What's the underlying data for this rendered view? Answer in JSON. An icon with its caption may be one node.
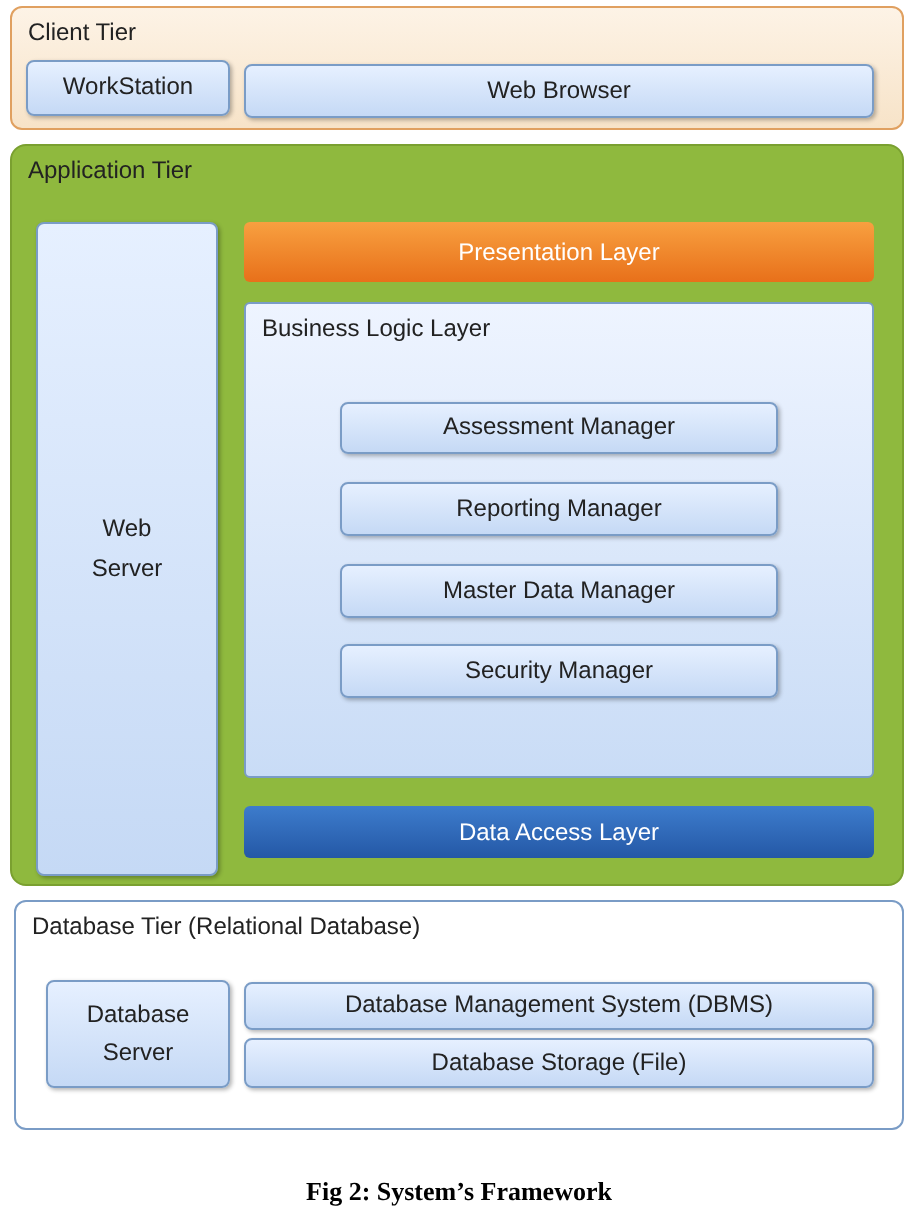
{
  "diagram": {
    "caption": "Fig 2: System’s Framework",
    "nodes": [
      {
        "text": [
          "Client Tier"
        ]
      },
      {
        "text": [
          "WorkStation"
        ],
        "in": 0
      },
      {
        "text": [
          "Web Browser"
        ],
        "in": 0
      },
      {
        "text": [
          "Application Tier"
        ]
      },
      {
        "text": [
          "Web Server"
        ],
        "in": 3
      },
      {
        "text": [
          "Presentation Layer"
        ],
        "in": 3
      },
      {
        "text": [
          "Business Logic Layer"
        ],
        "in": 3
      },
      {
        "text": [
          "Assessment Manager"
        ],
        "in": 6
      },
      {
        "text": [
          "Reporting Manager"
        ],
        "in": 6
      },
      {
        "text": [
          "Master Data Manager"
        ],
        "in": 6
      },
      {
        "text": [
          "Security Manager"
        ],
        "in": 6
      },
      {
        "text": [
          "Data Access Layer"
        ],
        "in": 3
      },
      {
        "text": [
          "Database Tier (Relational Database)"
        ]
      },
      {
        "text": [
          "Database Server"
        ],
        "in": 12
      },
      {
        "text": [
          "Database Management System (DBMS)"
        ],
        "in": 12
      },
      {
        "text": [
          "Database Storage (File)"
        ],
        "in": 12
      }
    ]
  }
}
